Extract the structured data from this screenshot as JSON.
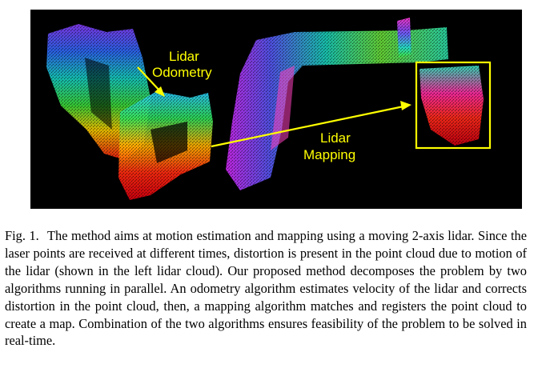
{
  "figure": {
    "labels": {
      "odometry_line1": "Lidar",
      "odometry_line2": "Odometry",
      "mapping_line1": "Lidar",
      "mapping_line2": "Mapping"
    },
    "annotation_color": "#ffff00",
    "background_color": "#000000"
  },
  "caption": {
    "label": "Fig. 1.",
    "text": "The method aims at motion estimation and mapping using a moving 2-axis lidar. Since the laser points are received at different times, distortion is present in the point cloud due to motion of the lidar (shown in the left lidar cloud). Our proposed method decomposes the problem by two algorithms running in parallel. An odometry algorithm estimates velocity of the lidar and corrects distortion in the point cloud, then, a mapping algorithm matches and registers the point cloud to create a map. Combination of the two algorithms ensures feasibility of the problem to be solved in real-time."
  }
}
